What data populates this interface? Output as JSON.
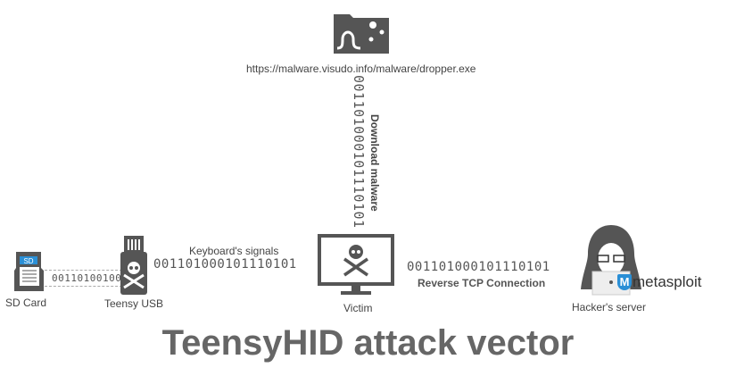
{
  "title": "TeensyHID attack vector",
  "url": "https://malware.visudo.info/malware/dropper.exe",
  "download": {
    "label": "Download malware",
    "binary": "001101000101110101"
  },
  "sd_card": {
    "label": "SD Card",
    "icon_text": "SD",
    "binary": "00110100100"
  },
  "teensy": {
    "label": "Teensy USB"
  },
  "keyboard": {
    "label": "Keyboard's signals",
    "binary": "001101000101110101"
  },
  "victim": {
    "label": "Victim"
  },
  "reverse": {
    "label": "Reverse TCP Connection",
    "binary": "001101000101110101"
  },
  "hacker": {
    "label": "Hacker's server",
    "logo": "metasploit"
  },
  "colors": {
    "icon": "#555555",
    "accent": "#2a8fd6"
  }
}
